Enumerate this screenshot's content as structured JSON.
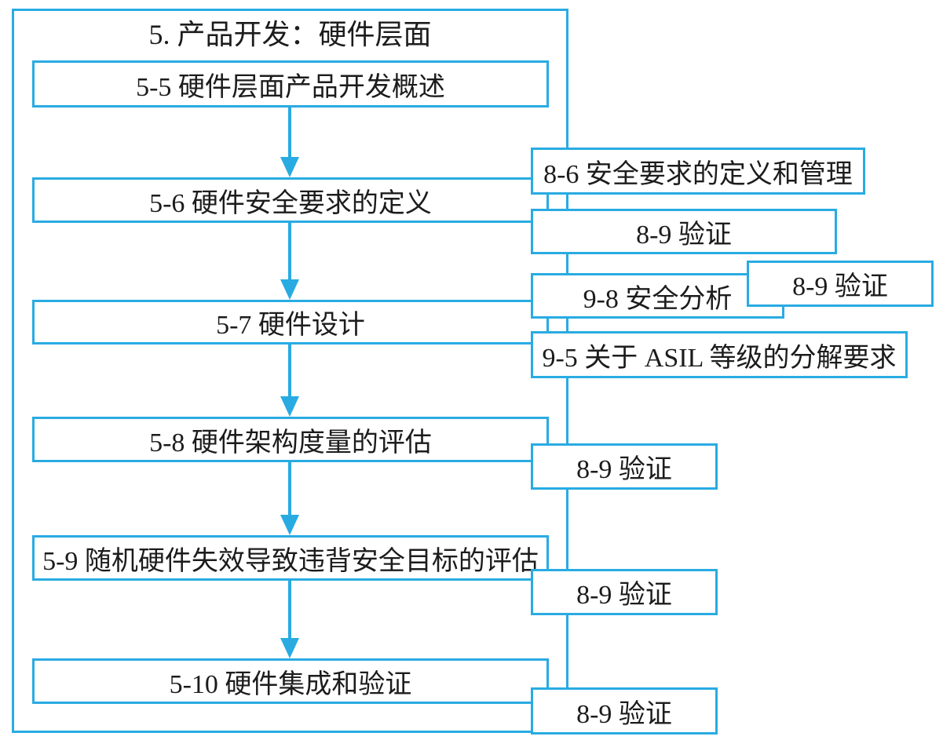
{
  "diagram": {
    "title": "5. 产品开发：硬件层面",
    "left_boxes": [
      {
        "id": "5-5",
        "label": "5-5 硬件层面产品开发概述"
      },
      {
        "id": "5-6",
        "label": "5-6 硬件安全要求的定义"
      },
      {
        "id": "5-7",
        "label": "5-7 硬件设计"
      },
      {
        "id": "5-8",
        "label": "5-8 硬件架构度量的评估"
      },
      {
        "id": "5-9",
        "label": "5-9 随机硬件失效导致违背安全目标的评估"
      },
      {
        "id": "5-10",
        "label": "5-10 硬件集成和验证"
      }
    ],
    "right_boxes": [
      {
        "id": "8-6",
        "label": "8-6 安全要求的定义和管理"
      },
      {
        "id": "8-9-top",
        "label": "8-9 验证"
      },
      {
        "id": "9-8",
        "label": "9-8 安全分析"
      },
      {
        "id": "8-9-side",
        "label": "8-9 验证"
      },
      {
        "id": "9-5",
        "label": "9-5 关于 ASIL 等级的分解要求"
      },
      {
        "id": "8-9-mid",
        "label": "8-9 验证"
      },
      {
        "id": "8-9-lower",
        "label": "8-9 验证"
      },
      {
        "id": "8-9-bottom",
        "label": "8-9 验证"
      }
    ],
    "colors": {
      "line": "#29ABE2",
      "text": "#1c1c1c",
      "background": "#ffffff"
    }
  }
}
